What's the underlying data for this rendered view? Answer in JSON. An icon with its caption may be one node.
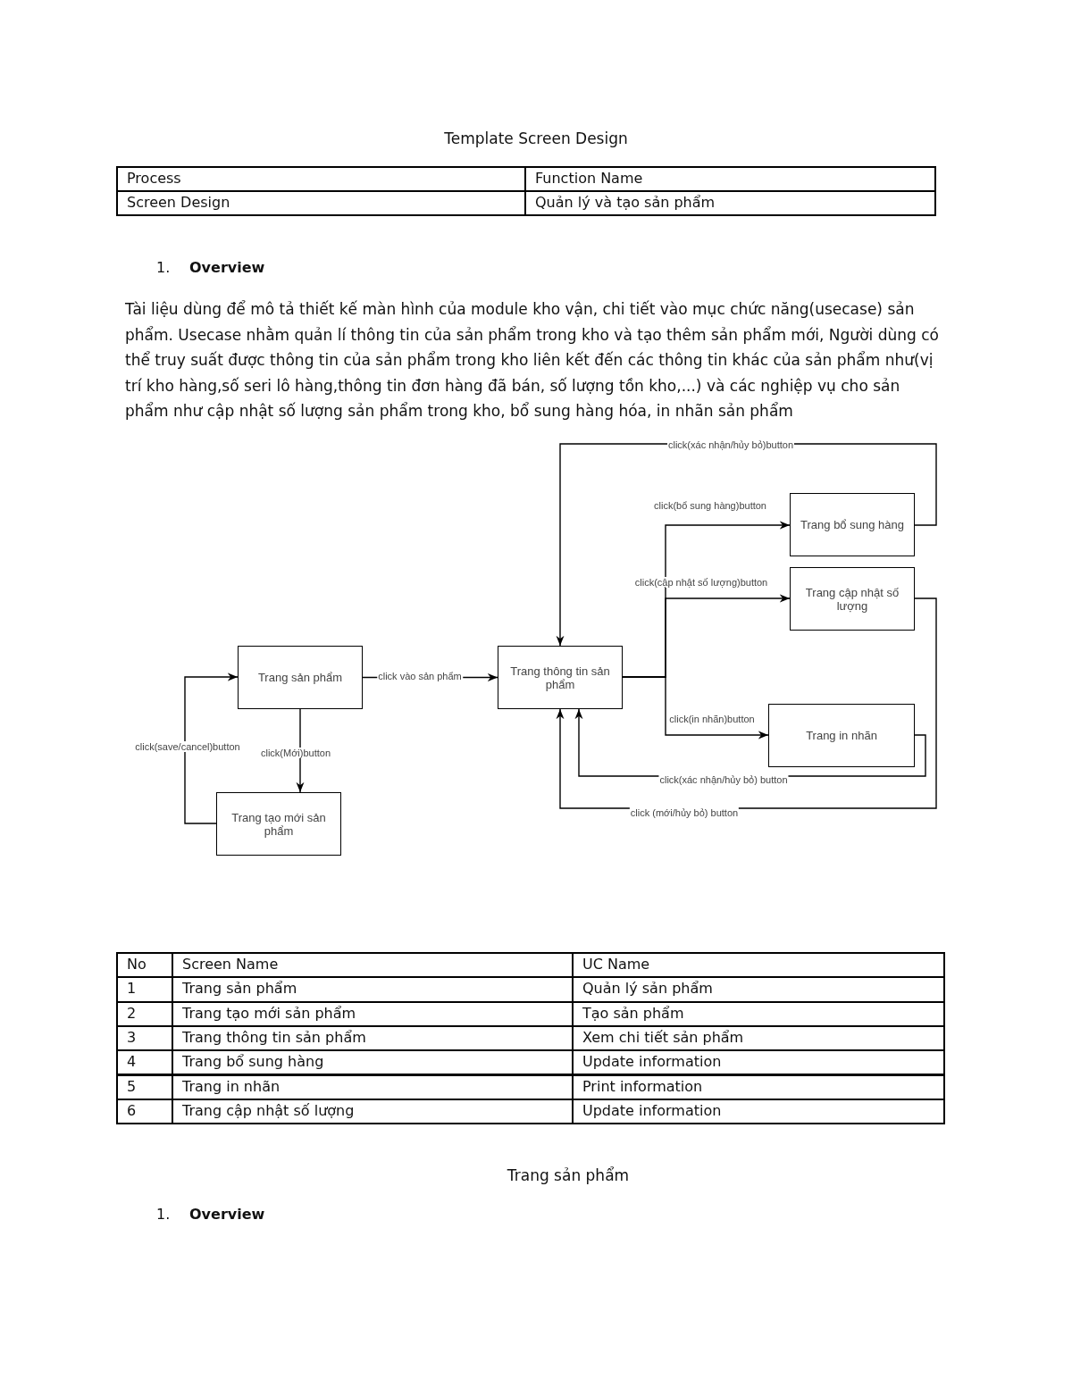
{
  "diagram": {
    "title": "Template Screen Design",
    "nodes": [
      {
        "text": [
          "Trang sản phẩm"
        ]
      },
      {
        "text": [
          "Trang thông tin sản phẩm"
        ]
      },
      {
        "text": [
          "Trang tạo mới sản phẩm"
        ]
      },
      {
        "text": [
          "Trang bổ sung hàng"
        ]
      },
      {
        "text": [
          "Trang cập nhật số lượng"
        ]
      },
      {
        "text": [
          "Trang in nhãn"
        ]
      }
    ],
    "edges": [
      {
        "from": 0,
        "to": 1,
        "arrow": "to",
        "label": "click vào sản phẩm"
      },
      {
        "from": 0,
        "to": 2,
        "arrow": "to",
        "label": "click(Mới)button"
      },
      {
        "from": 2,
        "to": 0,
        "arrow": "to",
        "label": "click(save/cancel)button"
      },
      {
        "from": 1,
        "to": 3,
        "arrow": "to",
        "label": "click(bổ sung hàng)button"
      },
      {
        "from": 1,
        "to": 4,
        "arrow": "to",
        "label": "click(cập nhật số lượng)button"
      },
      {
        "from": 1,
        "to": 5,
        "arrow": "to",
        "label": "click(in nhãn)button"
      },
      {
        "from": 3,
        "to": 1,
        "arrow": "to",
        "label": "click(xác nhận/hủy bỏ)button"
      },
      {
        "from": 5,
        "to": 1,
        "arrow": "to",
        "label": "click(xác nhận/hủy bỏ) button"
      },
      {
        "from": 4,
        "to": 1,
        "arrow": "to",
        "label": "click (mới/hủy bỏ) button"
      }
    ],
    "labels": [
      "Process",
      "Function Name",
      "Screen Design",
      "Quản lý và tạo sản phẩm",
      "1.",
      "Overview",
      "Tài liệu dùng để mô tả thiết kế màn hình của module kho vận, chi tiết vào mục chức năng(usecase) sản phẩm. Usecase nhằm quản lí thông tin của sản phẩm trong kho và tạo thêm sản phẩm mới, Người dùng có thể truy suất được thông tin của sản phẩm trong kho liên kết đến các thông tin khác của sản phẩm như(vị trí kho hàng,số seri lô hàng,thông tin đơn hàng đã bán, số lượng tồn kho,...) và các nghiệp vụ cho sản phẩm như cập nhật số lượng sản phẩm trong kho, bổ sung hàng hóa, in nhãn sản phẩm",
      "No",
      "Screen Name",
      "UC Name",
      "1",
      "Trang sản phẩm",
      "Quản lý sản phẩm",
      "2",
      "Trang tạo mới sản phẩm",
      "Tạo sản phẩm",
      "3",
      "Trang thông tin sản phẩm",
      "Xem chi tiết sản phẩm",
      "4",
      "Trang bổ sung hàng",
      "Update information",
      "5",
      "Trang in nhãn",
      "Print information",
      "6",
      "Trang cập nhật số lượng",
      "Update information",
      "Trang sản phẩm",
      "1.",
      "Overview"
    ]
  }
}
